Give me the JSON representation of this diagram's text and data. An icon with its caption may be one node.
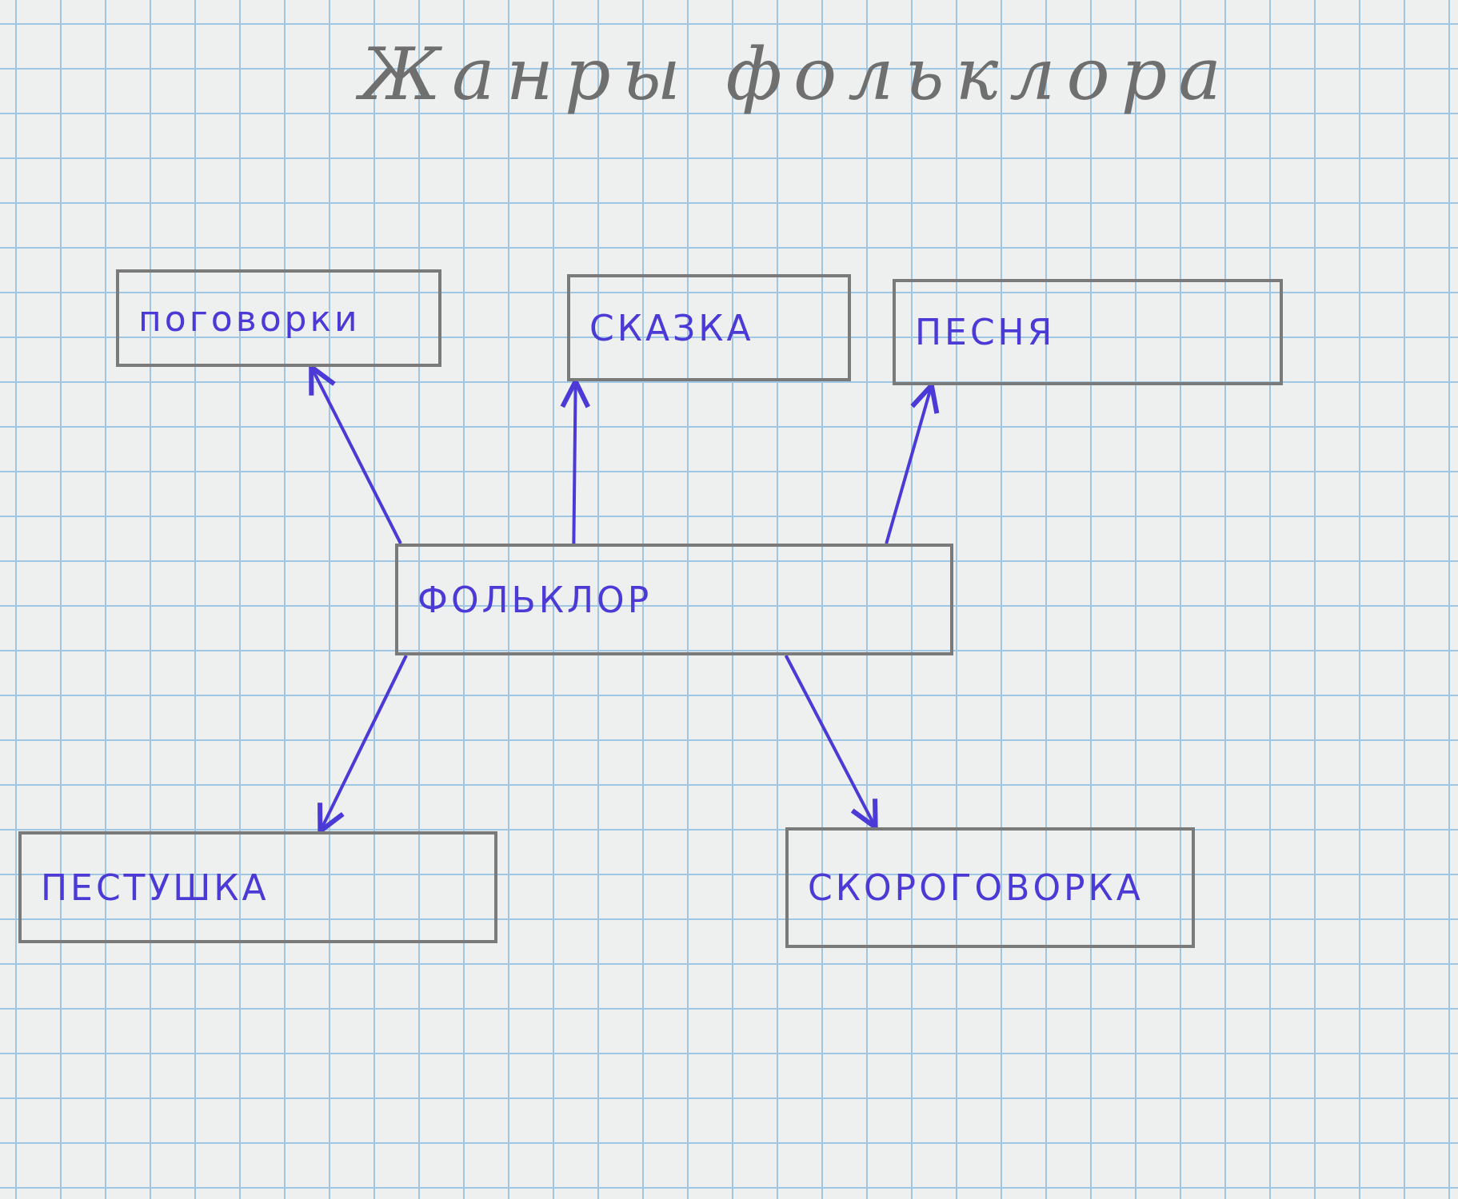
{
  "diagram": {
    "title": "Жанры фольклора",
    "nodes": [
      {
        "text": [
          "поговорки"
        ]
      },
      {
        "text": [
          "СКАЗКА"
        ]
      },
      {
        "text": [
          "ПЕСНЯ"
        ]
      },
      {
        "text": [
          "ФОЛЬКЛОР"
        ]
      },
      {
        "text": [
          "ПЕСТУШКА"
        ]
      },
      {
        "text": [
          "СКОРОГОВОРКА"
        ]
      }
    ],
    "edges": [
      {
        "from": 3,
        "to": 0,
        "arrow": "to"
      },
      {
        "from": 3,
        "to": 1,
        "arrow": "to"
      },
      {
        "from": 3,
        "to": 2,
        "arrow": "to"
      },
      {
        "from": 3,
        "to": 4,
        "arrow": "to"
      },
      {
        "from": 3,
        "to": 5,
        "arrow": "to"
      }
    ]
  }
}
